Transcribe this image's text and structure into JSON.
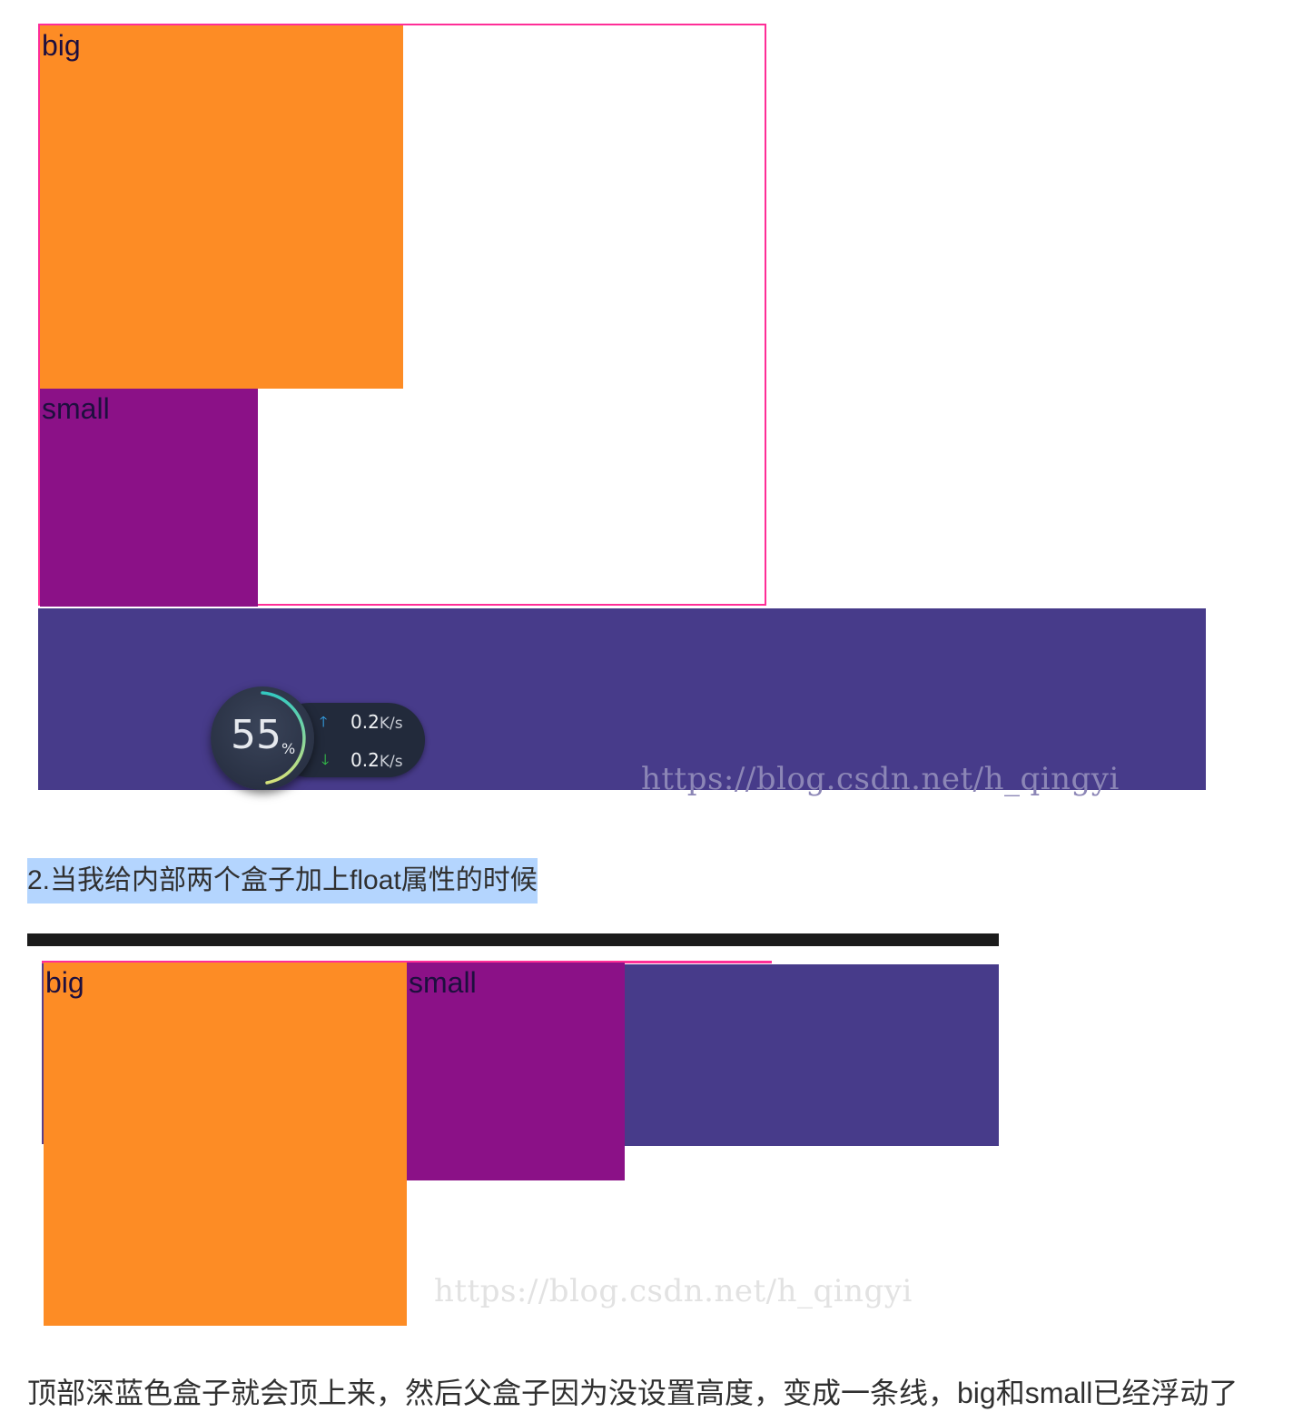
{
  "figure1": {
    "big_label": "big",
    "small_label": "small",
    "watermark": "https://blog.csdn.net/h_qingyi",
    "colors": {
      "parent_border": "#ff2e97",
      "big": "#fd8c25",
      "small": "#8b1187",
      "bottom": "#473b8a"
    }
  },
  "speed_widget": {
    "percent": "55",
    "percent_sign": "%",
    "upload": {
      "value": "0.2",
      "unit": "K/s",
      "icon": "arrow-up-icon"
    },
    "download": {
      "value": "0.2",
      "unit": "K/s",
      "icon": "arrow-down-icon"
    }
  },
  "heading": "2.当我给内部两个盒子加上float属性的时候",
  "figure2": {
    "big_label": "big",
    "small_label": "small",
    "watermark": "https://blog.csdn.net/h_qingyi"
  },
  "paragraph": "顶部深蓝色盒子就会顶上来，然后父盒子因为没设置高度，变成一条线，big和small已经浮动了"
}
